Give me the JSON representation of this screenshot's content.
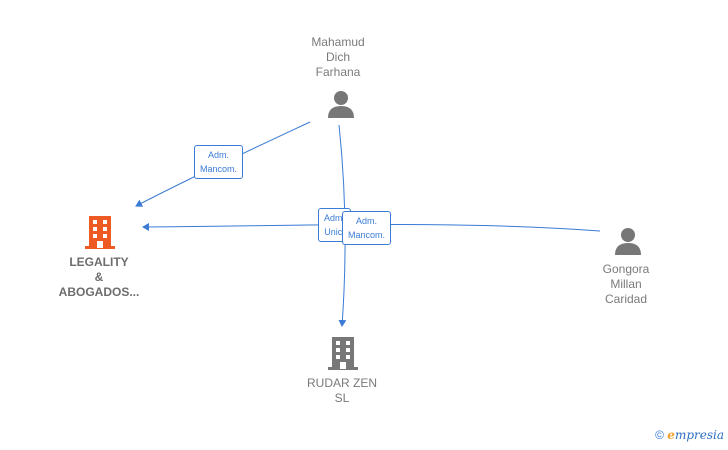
{
  "colors": {
    "edge": "#3a7bd5",
    "person": "#777777",
    "company_main": "#ee5a24",
    "company": "#777777"
  },
  "nodes": {
    "person_top": {
      "lines": [
        "Mahamud",
        "Dich",
        "Farhana"
      ],
      "icon": "person-icon"
    },
    "person_right": {
      "lines": [
        "Gongora",
        "Millan",
        "Caridad"
      ],
      "icon": "person-icon"
    },
    "company_left": {
      "lines": [
        "LEGALITY",
        "&",
        "ABOGADOS..."
      ],
      "icon": "building-icon"
    },
    "company_bottom": {
      "lines": [
        "RUDAR ZEN",
        "SL"
      ],
      "icon": "building-icon"
    }
  },
  "edge_labels": {
    "top_to_left": [
      "Adm.",
      "Mancom."
    ],
    "top_to_bottom": [
      "Adm.",
      "Unic."
    ],
    "right_to_left": [
      "Adm.",
      "Mancom."
    ]
  },
  "footer": {
    "copyright": "©",
    "brand_e": "e",
    "brand_rest": "mpresia"
  }
}
